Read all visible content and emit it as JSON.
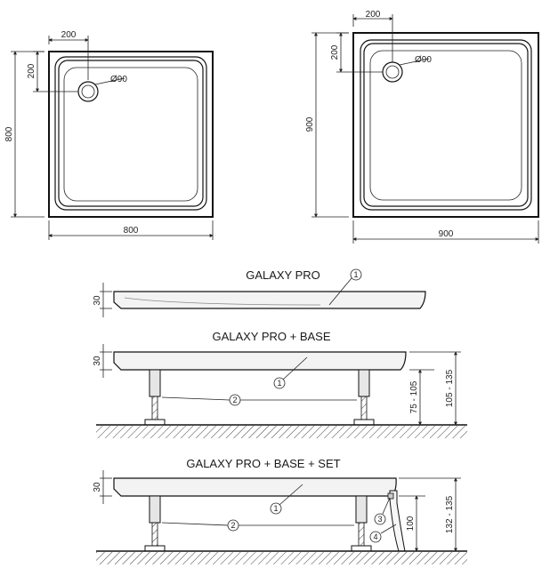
{
  "tray_800": {
    "dim_hole_x": "200",
    "dim_hole_y": "200",
    "dim_hole_diameter": "Ø90",
    "dim_height": "800",
    "dim_width": "800"
  },
  "tray_900": {
    "dim_hole_x": "200",
    "dim_hole_y": "200",
    "dim_hole_diameter": "Ø90",
    "dim_height": "900",
    "dim_width": "900"
  },
  "variant_1": {
    "title": "GALAXY PRO",
    "dim_thickness": "30",
    "callout_tray": "1"
  },
  "variant_2": {
    "title": "GALAXY PRO + BASE",
    "dim_thickness": "30",
    "callout_tray": "1",
    "callout_base": "2",
    "dim_leg_range": "75 - 105",
    "dim_total_range": "105 - 135"
  },
  "variant_3": {
    "title": "GALAXY PRO + BASE + SET",
    "dim_thickness": "30",
    "callout_tray": "1",
    "callout_base": "2",
    "callout_panel": "3",
    "callout_clip": "4",
    "dim_leg": "100",
    "dim_total_range": "132 - 135"
  }
}
